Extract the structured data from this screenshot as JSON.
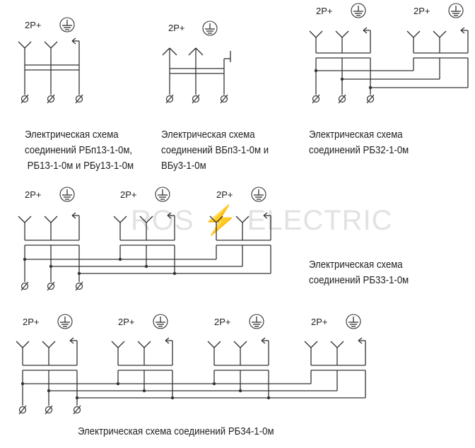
{
  "pole_label": "2P+",
  "watermark": {
    "left": "ROS",
    "right": "ELECTRIC"
  },
  "captions": {
    "d1": [
      "Электрическая схема",
      "соединений РБп13-1-0м,",
      " РБ13-1-0м и РБу13-1-0м"
    ],
    "d2": [
      "Электрическая схема",
      "соединений ВБп3-1-0м и",
      "ВБу3-1-0м"
    ],
    "d3": [
      "Электрическая схема",
      "соединений РБ32-1-0м"
    ],
    "d4": [
      "Электрическая схема",
      "соединений РБ33-1-0м"
    ],
    "d5": [
      "Электрическая схема соединений РБ34-1-0м"
    ]
  },
  "colors": {
    "line": "#333333"
  }
}
